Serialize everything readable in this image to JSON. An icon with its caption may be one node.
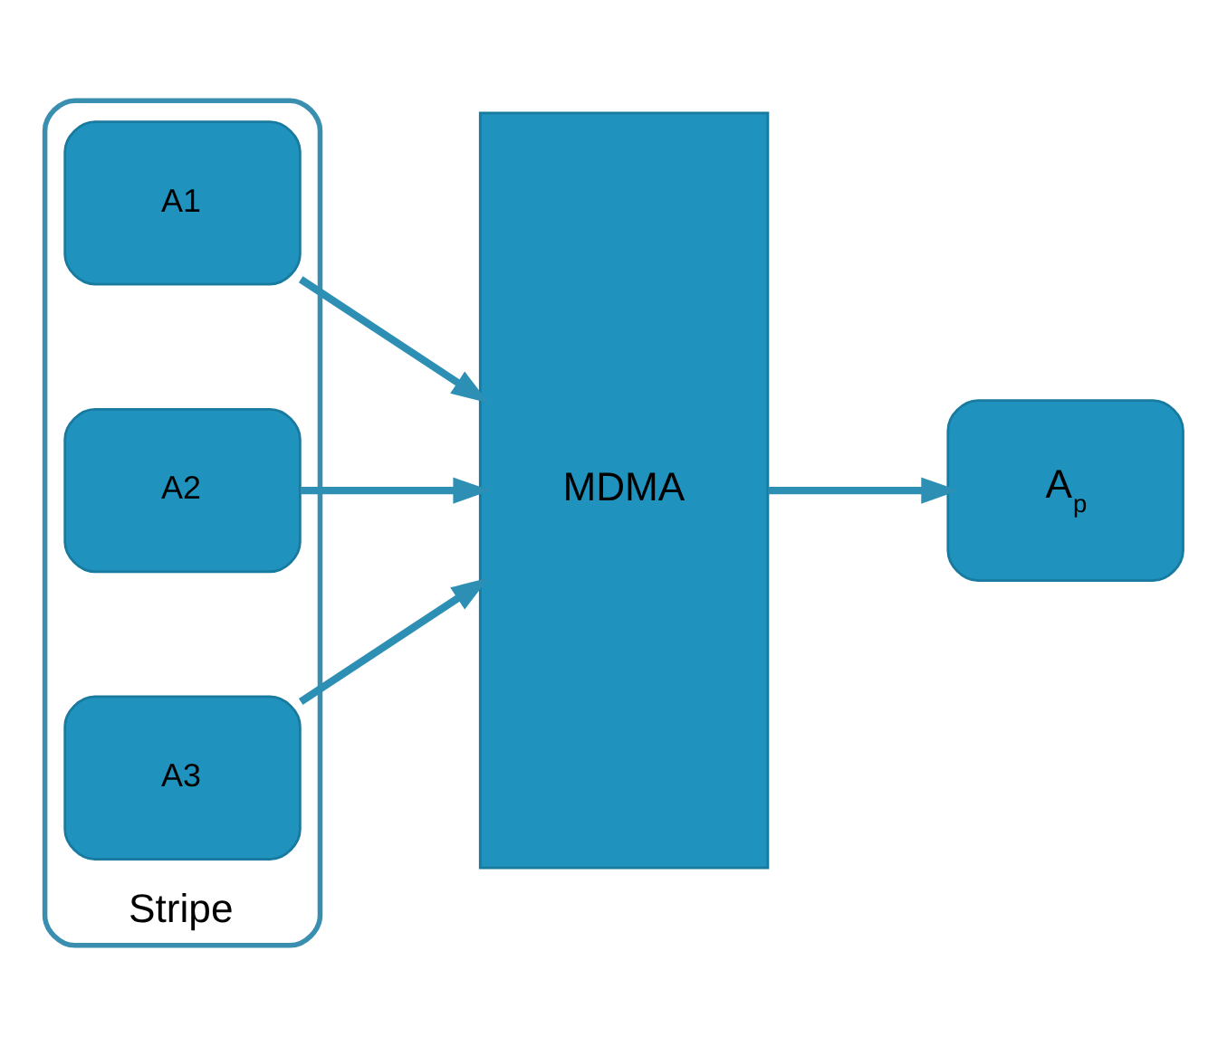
{
  "diagram": {
    "nodes": [
      {
        "text": [
          "Stripe"
        ]
      },
      {
        "text": [
          "A1"
        ],
        "in": 0
      },
      {
        "text": [
          "A2"
        ],
        "in": 0
      },
      {
        "text": [
          "A3"
        ],
        "in": 0
      },
      {
        "text": [
          "MDMA"
        ]
      },
      {
        "text": [
          "A$_{p}$"
        ]
      }
    ],
    "edges": [
      {
        "from": 1,
        "to": 4,
        "arrow": "to"
      },
      {
        "from": 2,
        "to": 4,
        "arrow": "to"
      },
      {
        "from": 3,
        "to": 4,
        "arrow": "to"
      },
      {
        "from": 4,
        "to": 5,
        "arrow": "to"
      }
    ]
  }
}
